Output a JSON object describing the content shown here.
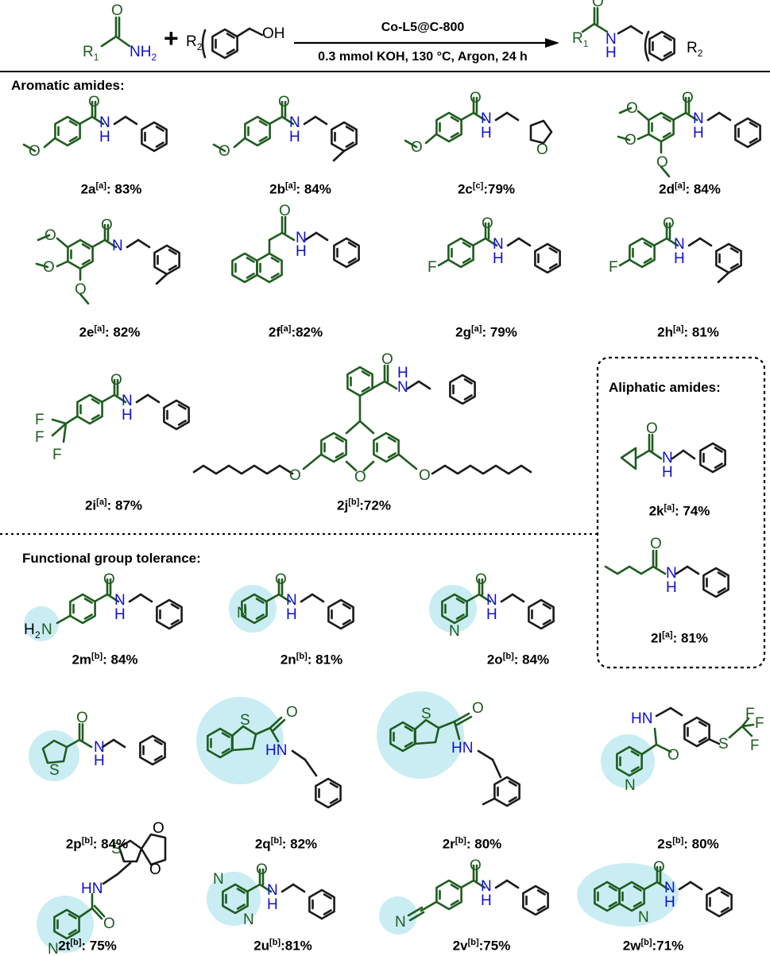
{
  "scheme": {
    "reagent_arrow_top": "Co-L5@C-800",
    "reagent_arrow_bottom": "0.3 mmol KOH, 130 °C, Argon, 24 h",
    "plus": "+",
    "r1": "R",
    "r1_sub": "1",
    "r2": "R",
    "r2_sub": "2",
    "nh2": "NH",
    "nh2_sub": "2",
    "oh": "OH",
    "o": "O",
    "n": "N",
    "h": "H"
  },
  "sections": {
    "aromatic": "Aromatic amides:",
    "aliphatic": "Aliphatic amides:",
    "functional": "Functional group tolerance:"
  },
  "products": [
    {
      "id": "2a",
      "cond": "a",
      "yield": ": 83%"
    },
    {
      "id": "2b",
      "cond": "a",
      "yield": ": 84%"
    },
    {
      "id": "2c",
      "cond": "c",
      "yield": ":79%"
    },
    {
      "id": "2d",
      "cond": "a",
      "yield": ": 84%"
    },
    {
      "id": "2e",
      "cond": "a",
      "yield": ": 82%"
    },
    {
      "id": "2f",
      "cond": "a",
      "yield": ":82%"
    },
    {
      "id": "2g",
      "cond": "a",
      "yield": ": 79%"
    },
    {
      "id": "2h",
      "cond": "a",
      "yield": ": 81%"
    },
    {
      "id": "2i",
      "cond": "a",
      "yield": ": 87%"
    },
    {
      "id": "2j",
      "cond": "b",
      "yield": ":72%"
    },
    {
      "id": "2k",
      "cond": "a",
      "yield": ": 74%"
    },
    {
      "id": "2l",
      "cond": "a",
      "yield": ": 81%"
    },
    {
      "id": "2m",
      "cond": "b",
      "yield": ": 84%"
    },
    {
      "id": "2n",
      "cond": "b",
      "yield": ": 81%"
    },
    {
      "id": "2o",
      "cond": "b",
      "yield": ": 84%"
    },
    {
      "id": "2p",
      "cond": "b",
      "yield": ": 84%"
    },
    {
      "id": "2q",
      "cond": "b",
      "yield": ": 82%"
    },
    {
      "id": "2r",
      "cond": "b",
      "yield": ": 80%"
    },
    {
      "id": "2s",
      "cond": "b",
      "yield": ": 80%"
    },
    {
      "id": "2t",
      "cond": "b",
      "yield": ": 75%"
    },
    {
      "id": "2u",
      "cond": "b",
      "yield": ":81%"
    },
    {
      "id": "2v",
      "cond": "b",
      "yield": ":75%"
    },
    {
      "id": "2w",
      "cond": "b",
      "yield": ":71%"
    }
  ],
  "atoms": {
    "f": "F",
    "s": "S",
    "h2n": "H",
    "h2n_sub": "2",
    "hn": "HN",
    "cf3_f": "F"
  }
}
